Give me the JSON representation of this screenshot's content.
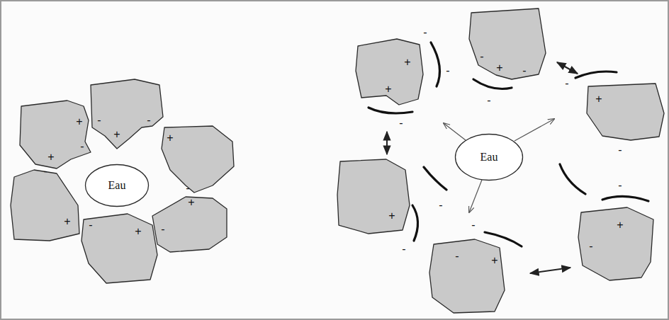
{
  "diagram": {
    "nodes": [
      {
        "text": [
          "Eau"
        ]
      },
      {
        "text": [
          "Eau"
        ]
      }
    ],
    "labels": [
      "+",
      "-",
      "+",
      "-",
      "+",
      "-",
      "+",
      "-",
      "-",
      "+",
      "+",
      "-",
      "+",
      "-",
      "-",
      "+",
      "-",
      "+",
      "-",
      "-",
      "+",
      "-",
      "-",
      "-",
      "+",
      "-",
      "-",
      "+",
      "-",
      "+",
      "-",
      "-",
      "+",
      "-",
      "-"
    ]
  }
}
